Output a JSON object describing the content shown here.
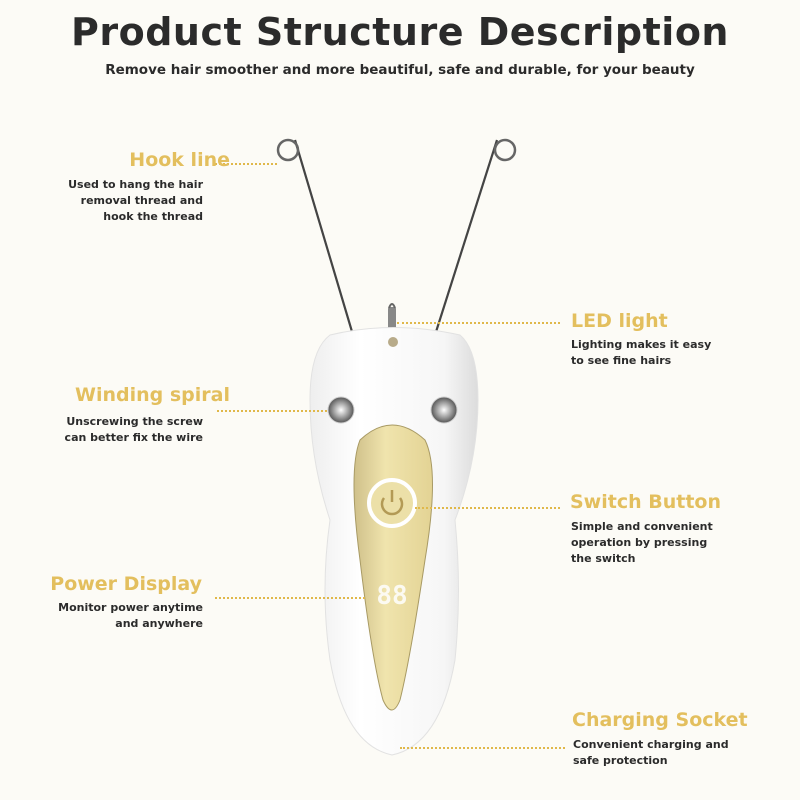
{
  "header": {
    "title": "Product Structure Description",
    "subtitle": "Remove hair smoother and more beautiful, safe and durable, for your beauty"
  },
  "colors": {
    "background": "#fcfbf6",
    "label_gold": "#e3bf5e",
    "text_dark": "#2b2b2b",
    "device_gold": "#e8d79a",
    "device_white": "#ffffff"
  },
  "callouts": [
    {
      "id": "hook-line",
      "label": "Hook line",
      "desc_lines": [
        "Used to hang the hair",
        "removal thread and",
        "hook the thread"
      ]
    },
    {
      "id": "led-light",
      "label": "LED light",
      "desc_lines": [
        "Lighting makes it easy",
        "to see fine hairs"
      ]
    },
    {
      "id": "winding-spiral",
      "label": "Winding spiral",
      "desc_lines": [
        "Unscrewing the screw",
        "can better fix the wire"
      ]
    },
    {
      "id": "switch-button",
      "label": "Switch Button",
      "desc_lines": [
        "Simple and convenient",
        "operation by pressing",
        "the switch"
      ]
    },
    {
      "id": "power-display",
      "label": "Power Display",
      "desc_lines": [
        "Monitor power anytime",
        "and anywhere"
      ]
    },
    {
      "id": "charging-socket",
      "label": "Charging Socket",
      "desc_lines": [
        "Convenient charging and",
        "safe protection"
      ]
    }
  ],
  "device": {
    "display_digits": "88"
  }
}
